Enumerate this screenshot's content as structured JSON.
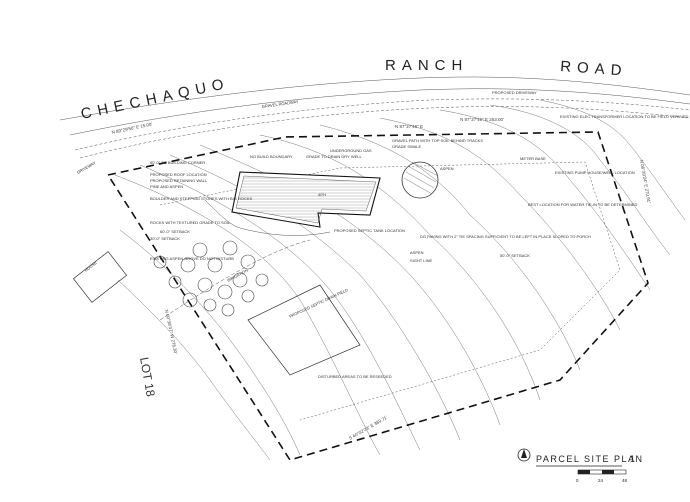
{
  "road": {
    "name_left": "CHECHAQUO",
    "name_word2": "RANCH",
    "name_word3": "ROAD",
    "gravel_roadway": "GRAVEL ROADWAY",
    "proposed_driveway": "PROPOSED DRIVEWAY",
    "driveway": "DRIVEWAY"
  },
  "neighbor": {
    "house": "HOUSE",
    "lot": "LOT 18"
  },
  "house_label": "40'H",
  "callouts": {
    "underground_gas": "UNDERGROUND GAS",
    "gravel_path": "GRAVEL PATH WITH TOP SOIL BEHIND TRACKS",
    "grade_swale": "GRADE SWALE",
    "existing_transformer": "EXISTING ELEC TRANSFORMER LOCATION TO BE FIELD VERIFIED",
    "building_corner": "60'-0\" TO BUILDING CORNER",
    "no_build_boundary": "NO BUILD BOUNDARY",
    "grade_to_drain": "GRADE TO DRAIN DRY WELL",
    "proposed_roof": "PROPOSED ROOF LOCATION",
    "proposed_retaining": "PROPOSED RETAINING WALL",
    "pine_aspen": "PINE AND ASPEN",
    "meter_base": "METER BASE",
    "existing_pump": "EXISTING PUMP HOUSE/WELL LOCATION",
    "boulder_stepping": "BOULDER AND STEPPING STONES WITH BIG ROCKS",
    "rocks_textured": "ROCKS WITH TEXTURED GRADE TO SOIL",
    "aspen": "ASPEN",
    "aspen2": "ASPEN",
    "proposed_septic": "PROPOSED SEPTIC TANK LOCATION",
    "best_water": "BEST LOCATION FOR WATER TIE-IN TO BE DETERMINED",
    "setback_60": "60'-0\" SETBACK",
    "setback_50": "50'-0\" SETBACK",
    "setback_30": "30'-0\" SETBACK",
    "existing_aspen": "EXISTING ASPEN GROVE DO NOT DISTURB",
    "sight_line": "SIGHT LINE",
    "dg_paving": "DG PAVING WITH 2\" TIE SPACING SUFFICIENT TO BE LEFT IN PLACE SLOPED TO PORCH",
    "irrigation": "IRRIGATION",
    "proposed_drain_field": "PROPOSED SEPTIC DRAIN FIELD",
    "disturbed_areas": "DISTURBED AREAS TO BE RESEEDED"
  },
  "bearings": {
    "north": "N 87°27'46\" E 263.00'",
    "north2": "N 87°27'46\" E",
    "west": "N 00°38'37\" W 278.30'",
    "east": "N 06°39'24\" E 270.91'",
    "south": "S 40°02'23\" E 389.71'",
    "top_left": "N 89°29'50\" E 15.00'"
  },
  "title_block": {
    "title": "PARCEL SITE PLAN",
    "sheet": "1",
    "scale_0": "0",
    "scale_24": "24",
    "scale_48": "48"
  }
}
